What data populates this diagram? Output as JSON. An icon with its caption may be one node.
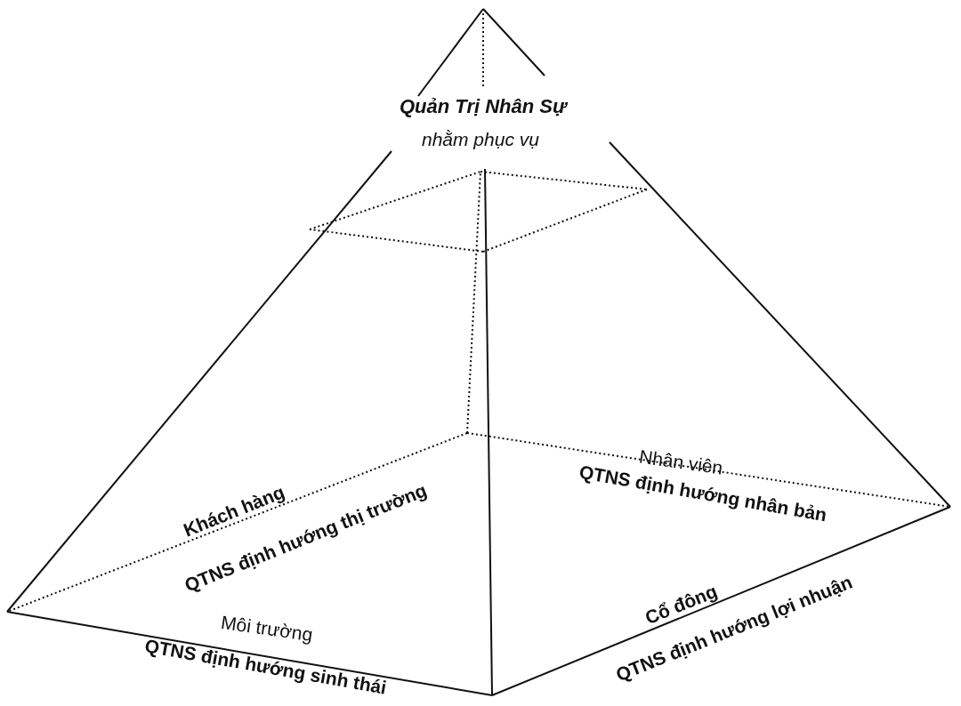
{
  "diagram": {
    "labels": [
      "Quản Trị Nhân Sự",
      "nhằm phục vụ",
      "Khách hàng",
      "QTNS định hướng thị trường",
      "Nhân viên",
      "QTNS định hướng nhân bản",
      "Môi trường",
      "QTNS định hướng sinh thái",
      "Cổ đông",
      "QTNS định hướng lợi nhuận"
    ]
  }
}
